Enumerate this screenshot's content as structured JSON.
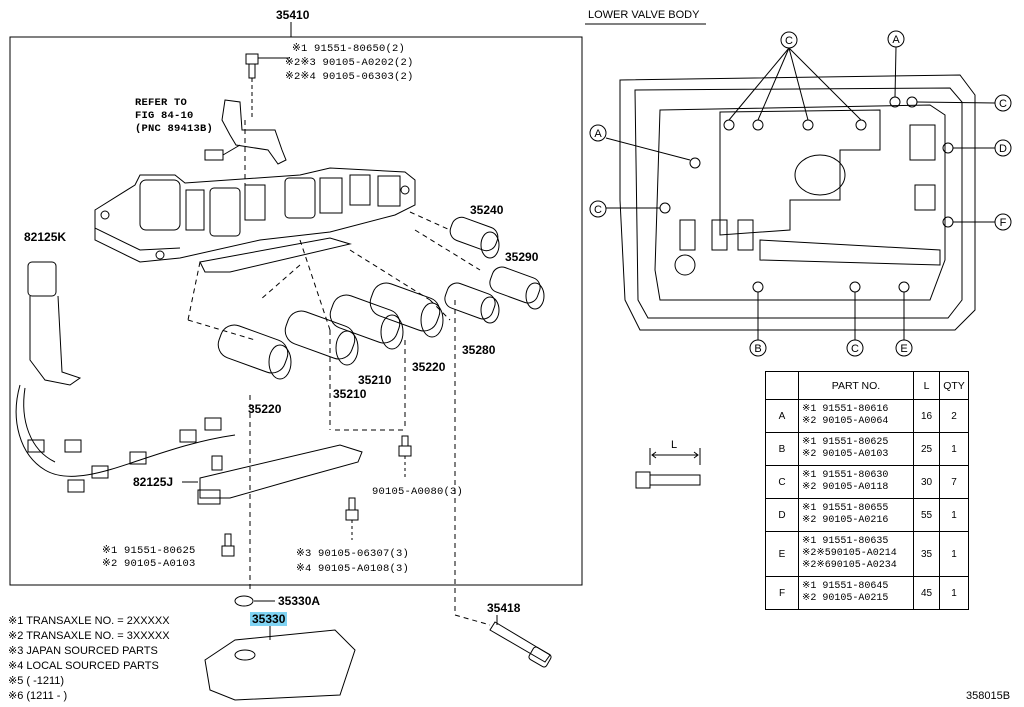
{
  "diagram": {
    "main_part": "35410",
    "lower_valve_body_title": "LOWER VALVE BODY",
    "figure_code": "358015B",
    "refer_to": [
      "REFER TO",
      "FIG 84-10",
      "(PNC 89413B)"
    ],
    "bolt_group_top": [
      "※1 91551-80650(2)",
      "※2※3 90105-A0202(2)",
      "※2※4 90105-06303(2)"
    ],
    "part_numbers": {
      "p82125K": "82125K",
      "p35240": "35240",
      "p35290": "35290",
      "p35280": "35280",
      "p35220a": "35220",
      "p35220b": "35220",
      "p35210a": "35210",
      "p35210b": "35210",
      "p82125J": "82125J",
      "p90105A0080": "90105-A0080(3)",
      "p35330A": "35330A",
      "p35330": "35330",
      "p35418": "35418"
    },
    "bolt_group_left": [
      "※1 91551-80625",
      "※2 90105-A0103"
    ],
    "bolt_group_mid": [
      "※3 90105-06307(3)",
      "※4 90105-A0108(3)"
    ],
    "notes": [
      "※1 TRANSAXLE NO. = 2XXXXX",
      "※2 TRANSAXLE NO. = 3XXXXX",
      "※3 JAPAN SOURCED PARTS",
      "※4 LOCAL SOURCED PARTS",
      "※5 (      -1211)",
      "※6 (1211 -      )"
    ],
    "bolt_dimension_label": "L"
  },
  "callouts": {
    "top": [
      "C",
      "A"
    ],
    "left": [
      "A",
      "C"
    ],
    "right": [
      "C",
      "D",
      "F"
    ],
    "bottom": [
      "B",
      "C",
      "E"
    ]
  },
  "parts_table": {
    "headers": [
      "",
      "PART NO.",
      "L",
      "QTY"
    ],
    "rows": [
      {
        "key": "A",
        "parts": [
          "※1 91551-80616",
          "※2 90105-A0064"
        ],
        "L": "16",
        "qty": "2"
      },
      {
        "key": "B",
        "parts": [
          "※1 91551-80625",
          "※2 90105-A0103"
        ],
        "L": "25",
        "qty": "1"
      },
      {
        "key": "C",
        "parts": [
          "※1 91551-80630",
          "※2 90105-A0118"
        ],
        "L": "30",
        "qty": "7"
      },
      {
        "key": "D",
        "parts": [
          "※1 91551-80655",
          "※2 90105-A0216"
        ],
        "L": "55",
        "qty": "1"
      },
      {
        "key": "E",
        "parts": [
          "※1    91551-80635",
          "※2※590105-A0214",
          "※2※690105-A0234"
        ],
        "L": "35",
        "qty": "1"
      },
      {
        "key": "F",
        "parts": [
          "※1 91551-80645",
          "※2 90105-A0215"
        ],
        "L": "45",
        "qty": "1"
      }
    ]
  }
}
